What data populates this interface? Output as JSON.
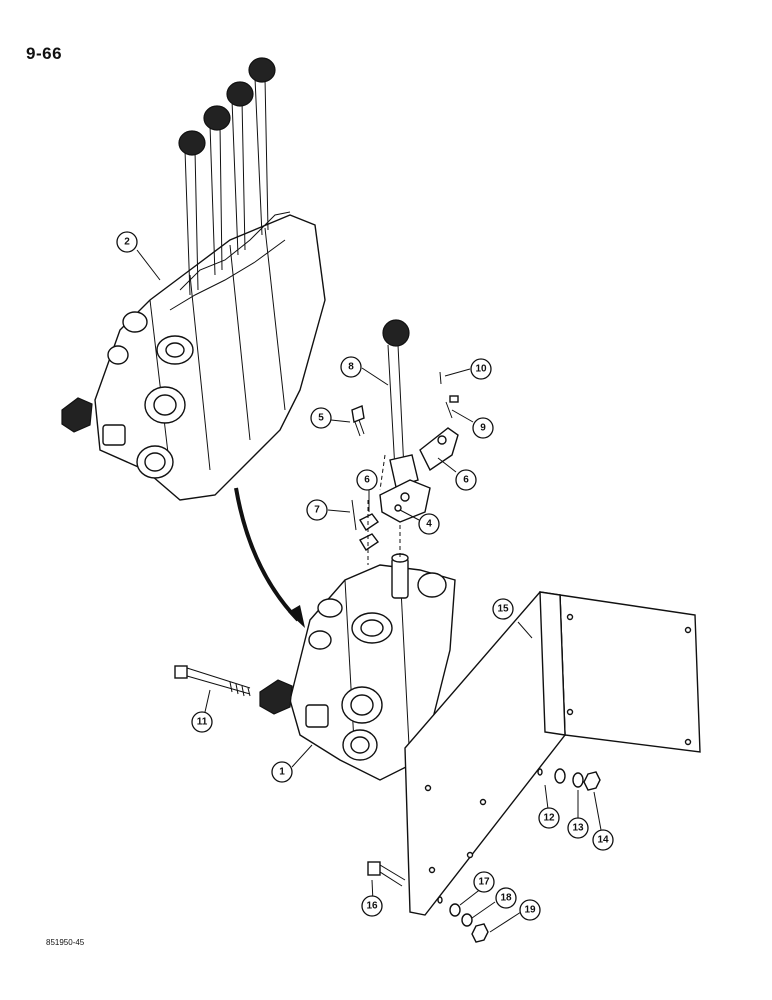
{
  "page": {
    "number": "9-66",
    "figure_code": "851950-45"
  },
  "callouts": [
    {
      "id": "c1",
      "label": "1"
    },
    {
      "id": "c2",
      "label": "2"
    },
    {
      "id": "c4",
      "label": "4"
    },
    {
      "id": "c5",
      "label": "5"
    },
    {
      "id": "c6a",
      "label": "6"
    },
    {
      "id": "c6b",
      "label": "6"
    },
    {
      "id": "c7",
      "label": "7"
    },
    {
      "id": "c8",
      "label": "8"
    },
    {
      "id": "c9",
      "label": "9"
    },
    {
      "id": "c10",
      "label": "10"
    },
    {
      "id": "c11",
      "label": "11"
    },
    {
      "id": "c12",
      "label": "12"
    },
    {
      "id": "c13",
      "label": "13"
    },
    {
      "id": "c14",
      "label": "14"
    },
    {
      "id": "c15",
      "label": "15"
    },
    {
      "id": "c16",
      "label": "16"
    },
    {
      "id": "c17",
      "label": "17"
    },
    {
      "id": "c18",
      "label": "18"
    },
    {
      "id": "c19",
      "label": "19"
    }
  ]
}
